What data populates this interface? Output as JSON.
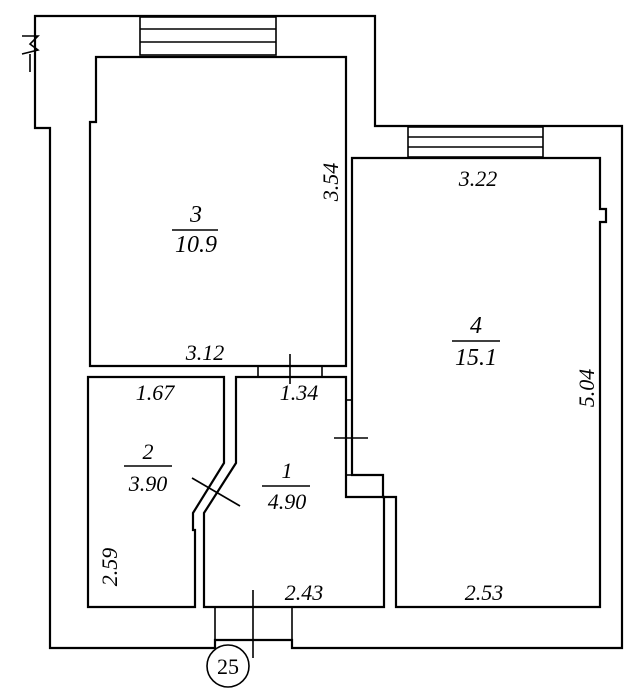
{
  "plan": {
    "rooms": [
      {
        "number": "1",
        "area": "4.90"
      },
      {
        "number": "2",
        "area": "3.90"
      },
      {
        "number": "3",
        "area": "10.9"
      },
      {
        "number": "4",
        "area": "15.1"
      }
    ],
    "dimensions": {
      "room3_right": "3.54",
      "room3_bottom": "3.12",
      "room4_top": "3.22",
      "room4_right": "5.04",
      "room4_bottom": "2.53",
      "room2_top": "1.67",
      "room2_left": "2.59",
      "room1_top": "1.34",
      "room1_bottom": "2.43"
    },
    "apartment_number": "25"
  }
}
